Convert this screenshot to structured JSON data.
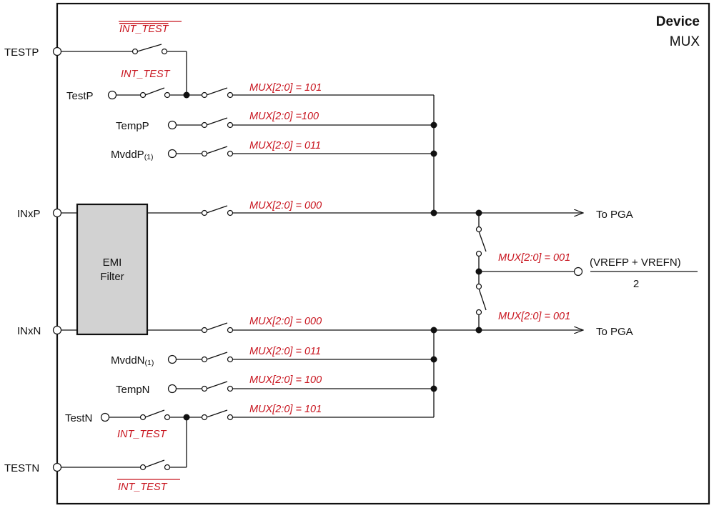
{
  "header": {
    "title": "Device",
    "subtitle": "MUX"
  },
  "colors": {
    "annotation": "#c8141e",
    "filter_fill": "#d2d2d2",
    "wire": "#111111"
  },
  "pins": {
    "testp": "TESTP",
    "inxp": "INxP",
    "inxn": "INxN",
    "testn": "TESTN"
  },
  "inputs": {
    "testp_int": "TestP",
    "tempp": "TempP",
    "mvddp": "MvddP",
    "mvddn": "MvddN",
    "tempn": "TempN",
    "testn_int": "TestN",
    "footnote": "(1)"
  },
  "filter": {
    "line1": "EMI",
    "line2": "Filter"
  },
  "annotations": {
    "int_test_bar_top": "INT_TEST",
    "int_test_top": "INT_TEST",
    "int_test_bottom": "INT_TEST",
    "int_test_bar_bottom": "INT_TEST",
    "mux_101_p": "MUX[2:0] = 101",
    "mux_100_p": "MUX[2:0] =100",
    "mux_011_p": "MUX[2:0] = 011",
    "mux_000_p": "MUX[2:0] = 000",
    "mux_001_mid": "MUX[2:0] = 001",
    "mux_001_low": "MUX[2:0] = 001",
    "mux_000_n": "MUX[2:0] = 000",
    "mux_011_n": "MUX[2:0] = 011",
    "mux_100_n": "MUX[2:0] = 100",
    "mux_101_n": "MUX[2:0] = 101"
  },
  "outputs": {
    "to_pga_top": "To PGA",
    "to_pga_bottom": "To PGA",
    "vref_numerator": "(VREFP + VREFN)",
    "vref_denominator": "2"
  }
}
